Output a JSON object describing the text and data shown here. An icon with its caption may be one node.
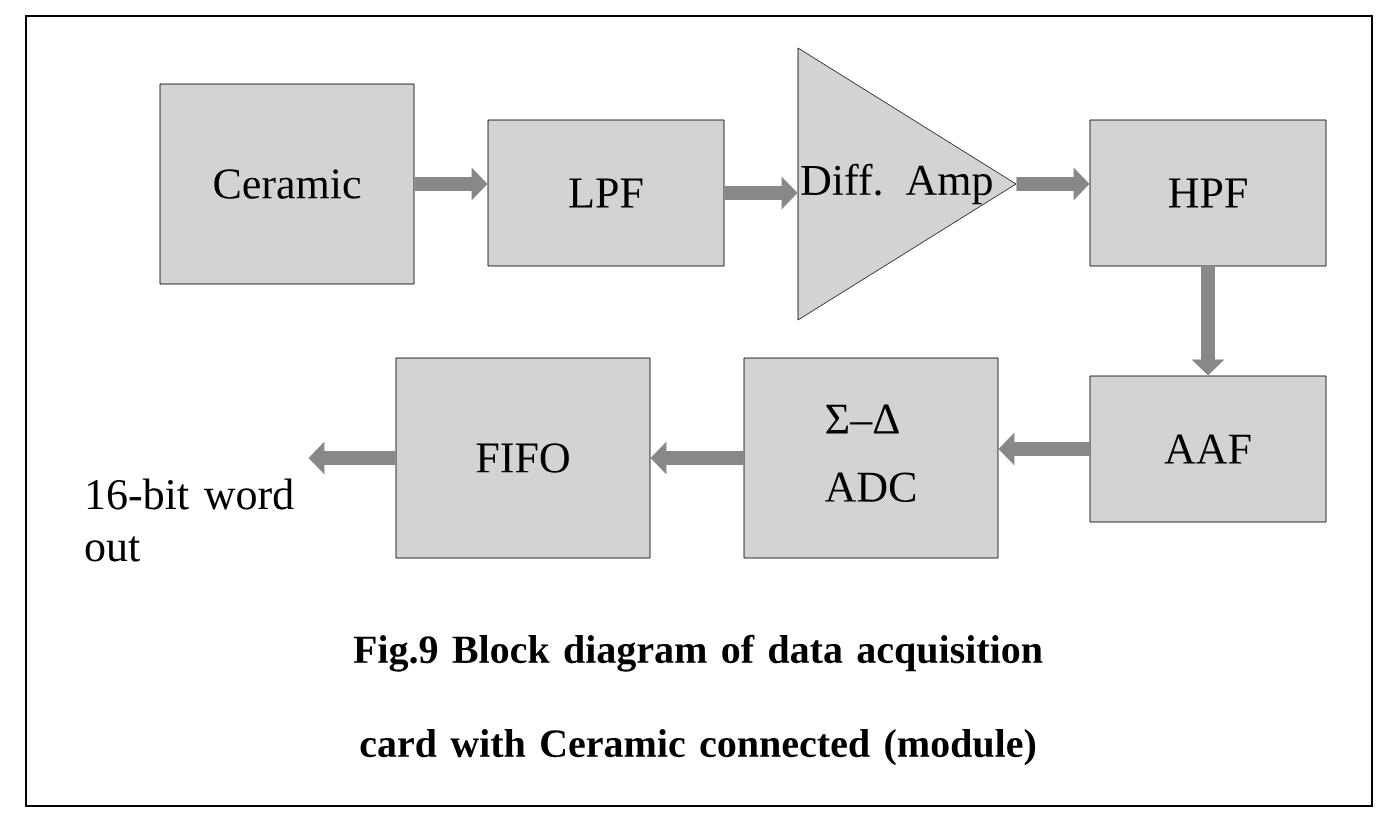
{
  "diagram": {
    "caption": "Fig.9 Block diagram of data acquisition card with Ceramic connected (module)",
    "nodes": [
      {
        "text": [
          "Ceramic"
        ]
      },
      {
        "text": [
          "LPF"
        ]
      },
      {
        "text": [
          "Diff. Amp"
        ]
      },
      {
        "text": [
          "HPF"
        ]
      },
      {
        "text": [
          "AAF"
        ]
      },
      {
        "text": [
          "Σ–Δ",
          "ADC"
        ]
      },
      {
        "text": [
          "FIFO"
        ]
      },
      {
        "text": [
          "16-bit word out"
        ]
      }
    ],
    "edges": [
      {
        "from": 0,
        "to": 1,
        "arrow": "to"
      },
      {
        "from": 1,
        "to": 2,
        "arrow": "to"
      },
      {
        "from": 2,
        "to": 3,
        "arrow": "to"
      },
      {
        "from": 3,
        "to": 4,
        "arrow": "to"
      },
      {
        "from": 4,
        "to": 5,
        "arrow": "to"
      },
      {
        "from": 5,
        "to": 6,
        "arrow": "to"
      },
      {
        "from": 6,
        "to": 7,
        "arrow": "to"
      }
    ]
  }
}
